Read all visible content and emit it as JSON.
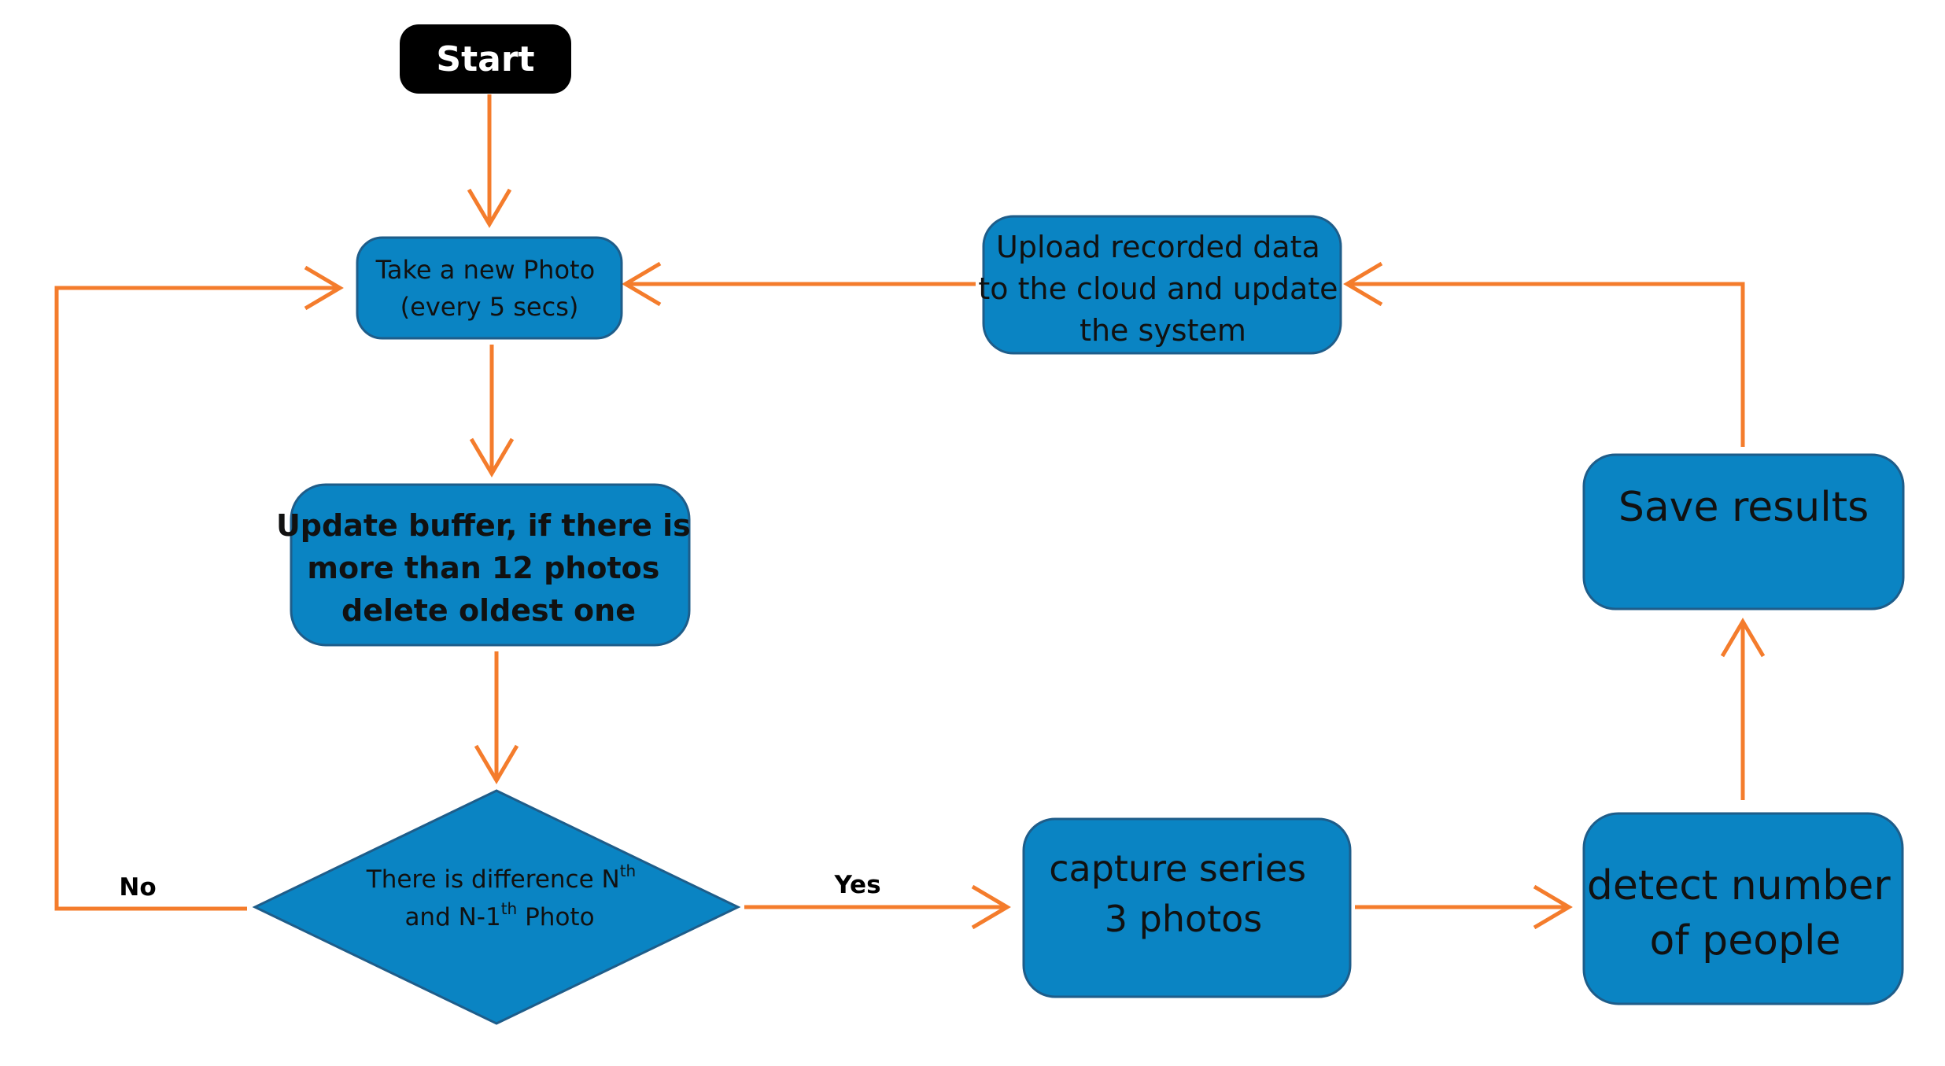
{
  "colors": {
    "node_fill": "#0a84c3",
    "node_stroke": "#1e5d8a",
    "start_fill": "#000000",
    "arrow": "#f47c2c"
  },
  "nodes": {
    "start": "Start",
    "take_photo": [
      "Take a new Photo",
      "(every 5 secs)"
    ],
    "update_buffer": [
      "Update buffer, if there is",
      "more than 12 photos",
      "delete oldest one"
    ],
    "decision": {
      "line1": "There is difference N",
      "line1_sup": "th",
      "line2_pre": "and N-1",
      "line2_sup": "th",
      "line2_post": " Photo"
    },
    "capture": [
      "capture series",
      "3 photos"
    ],
    "detect": [
      "detect number",
      "of people"
    ],
    "save": "Save results",
    "upload": [
      "Upload recorded data",
      "to the cloud and update",
      "the system"
    ]
  },
  "edge_labels": {
    "yes": "Yes",
    "no": "No"
  }
}
